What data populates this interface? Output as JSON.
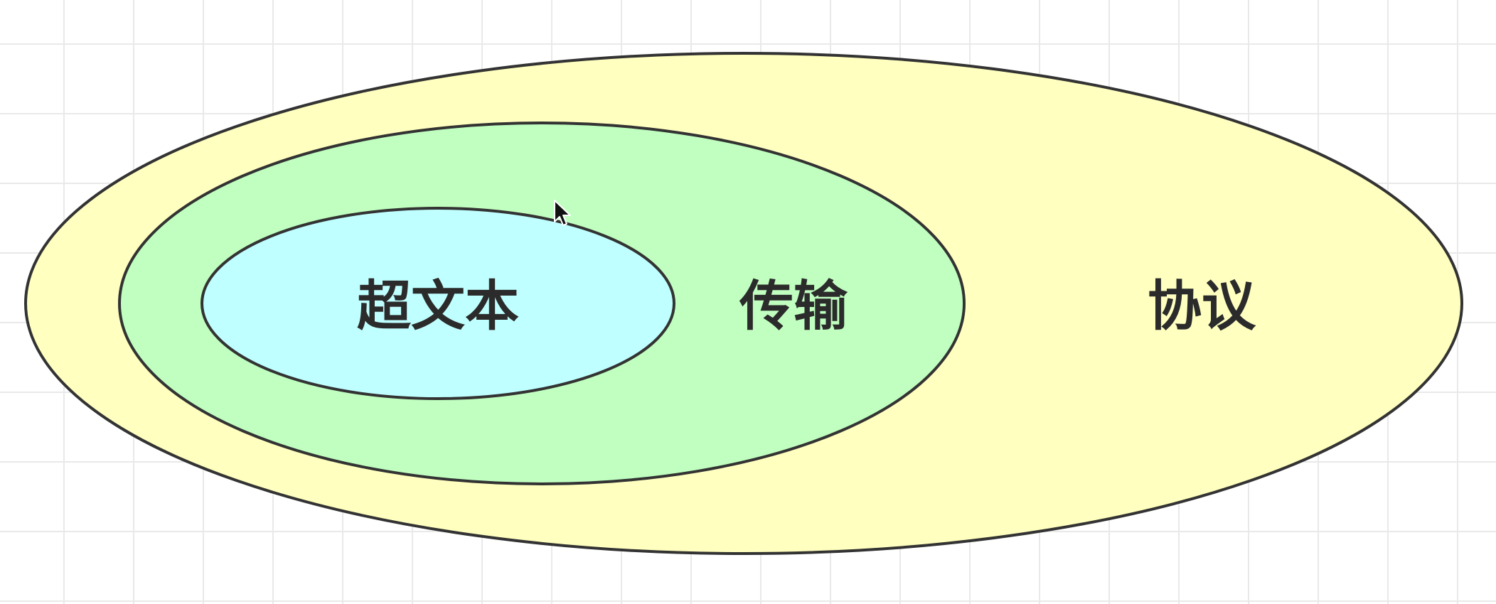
{
  "diagram": {
    "outer_label": "协议",
    "middle_label": "传输",
    "inner_label": "超文本",
    "colors": {
      "background": "#ffffff",
      "grid": "#e9e9e9",
      "outer_fill": "#ffffc0",
      "middle_fill": "#c0ffc0",
      "inner_fill": "#c0ffff",
      "stroke": "#333333",
      "text": "#2b2b2b"
    }
  },
  "cursor": {
    "icon": "mouse-pointer-icon"
  }
}
